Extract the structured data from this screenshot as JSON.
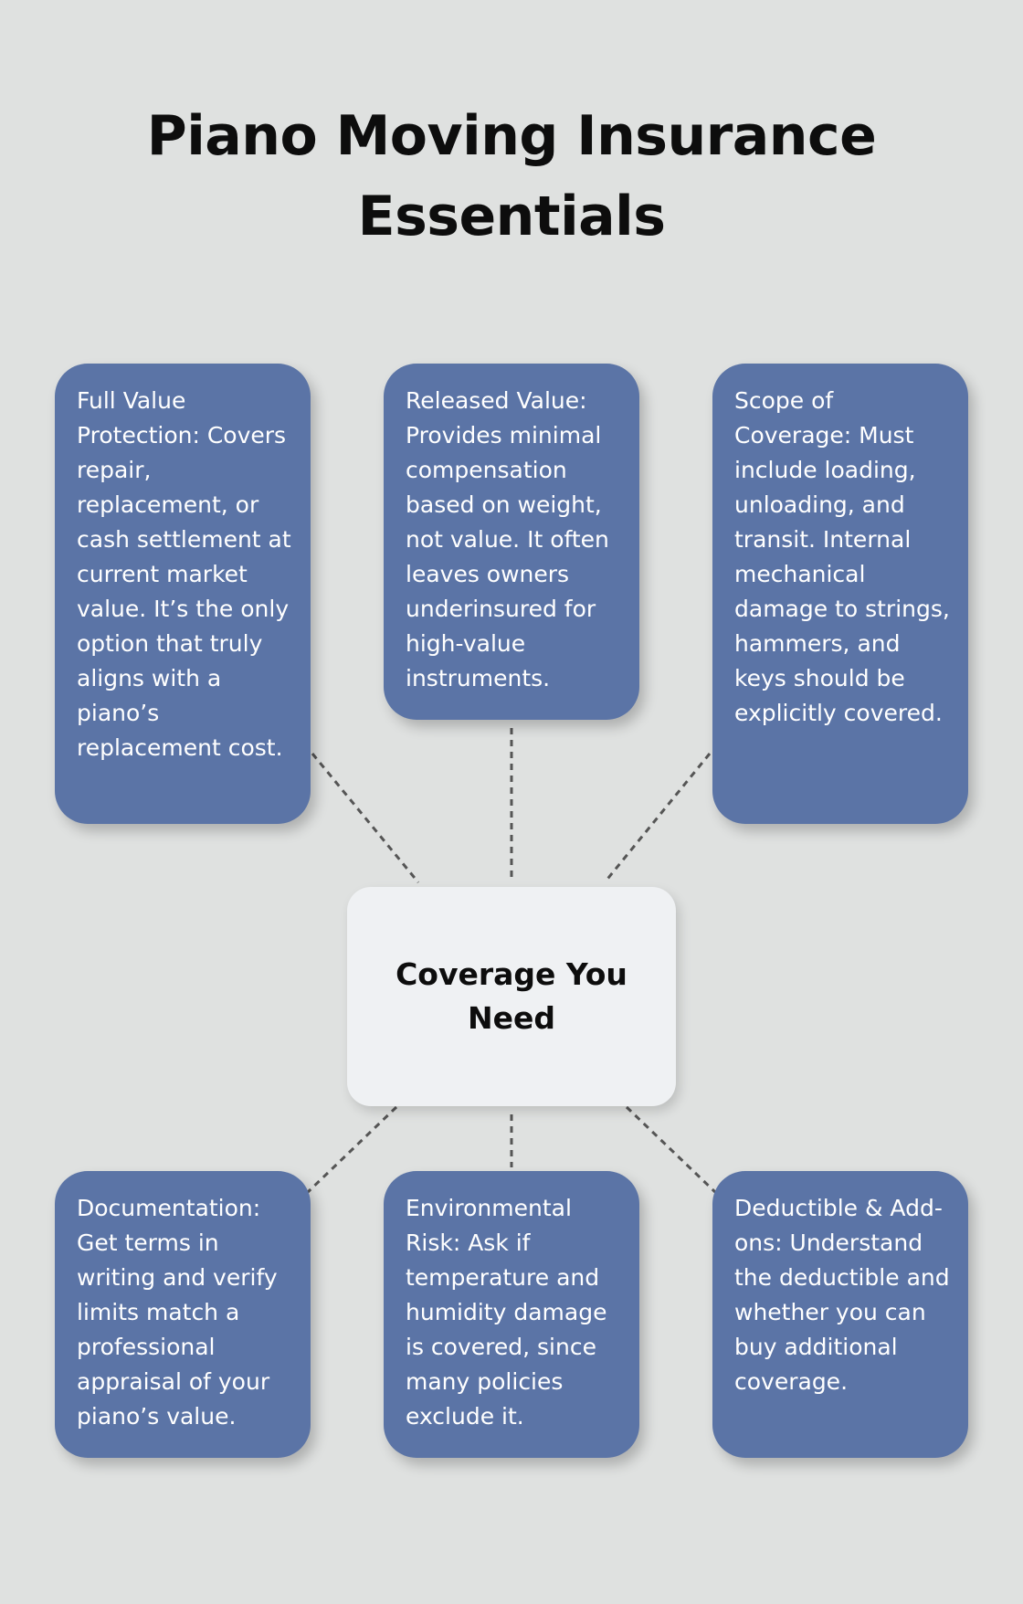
{
  "title": "Piano Moving Insurance Essentials",
  "center": "Coverage You Need",
  "cards": [
    {
      "text": "Full Value Protection: Covers repair, replacement, or cash settlement at current market value. It’s the only option that truly aligns with a piano’s replacement cost."
    },
    {
      "text": "Released Value: Provides minimal compensation based on weight, not value. It often leaves owners underinsured for high-value instruments."
    },
    {
      "text": "Scope of Coverage: Must include loading, unloading, and transit. Internal mechanical damage to strings, hammers, and keys should be explicitly covered."
    },
    {
      "text": "Documentation: Get terms in writing and verify limits match a professional appraisal of your piano’s value."
    },
    {
      "text": "Environmental Risk: Ask if temperature and humidity damage is covered, since many policies exclude it."
    },
    {
      "text": "Deductible & Add-ons: Understand the deductible and whether you can buy additional coverage."
    }
  ],
  "colors": {
    "background": "#dfe1e0",
    "card": "#5b74a6",
    "center": "#eff1f3",
    "connector": "#555555"
  }
}
